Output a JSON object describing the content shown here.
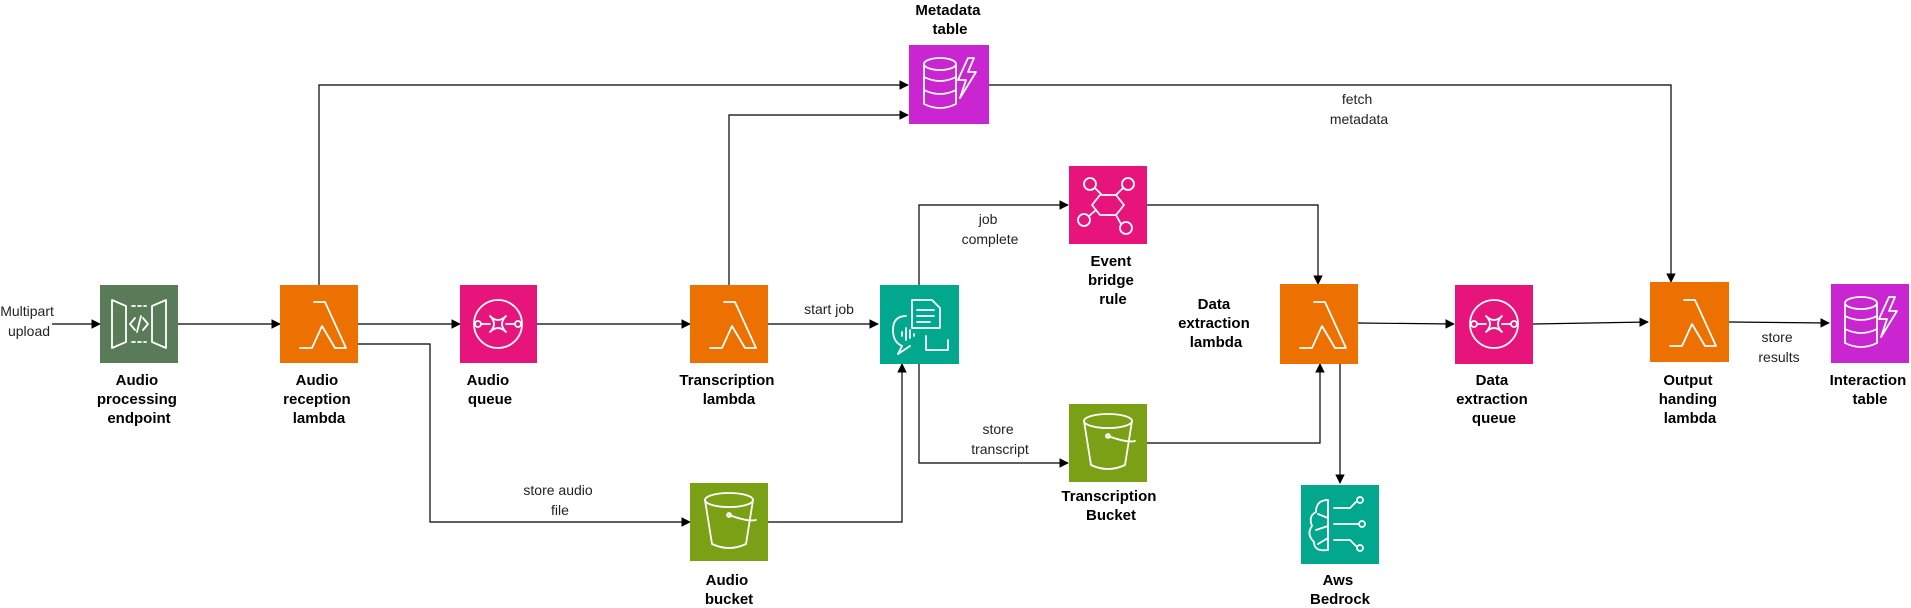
{
  "colors": {
    "api_gateway": "#5a7b57",
    "lambda": "#ed7100",
    "queue": "#e7157b",
    "bucket": "#7aa116",
    "dynamodb": "#c925d1",
    "transcribe": "#01a88d",
    "eventbridge": "#e7157b",
    "bedrock": "#01a88d"
  },
  "nodes": {
    "api": {
      "icon": "api-gateway-icon",
      "label": [
        "Audio",
        "processing",
        "endpoint"
      ]
    },
    "reception": {
      "icon": "lambda-icon",
      "label": [
        "Audio",
        "reception",
        "lambda"
      ]
    },
    "audio_queue": {
      "icon": "sqs-queue-icon",
      "label": [
        "Audio",
        "queue"
      ]
    },
    "transcription_lambda": {
      "icon": "lambda-icon",
      "label": [
        "Transcription",
        "lambda"
      ]
    },
    "transcribe": {
      "icon": "transcribe-icon",
      "label": []
    },
    "metadata": {
      "icon": "dynamodb-icon",
      "label": [
        "Metadata",
        "table"
      ]
    },
    "eventbridge": {
      "icon": "eventbridge-icon",
      "label": [
        "Event",
        "bridge",
        "rule"
      ]
    },
    "audio_bucket": {
      "icon": "s3-bucket-icon",
      "label": [
        "Audio",
        "bucket"
      ]
    },
    "transcription_bucket": {
      "icon": "s3-bucket-icon",
      "label": [
        "Transcription",
        "Bucket"
      ]
    },
    "extraction_lambda": {
      "icon": "lambda-icon",
      "label": [
        "Data",
        "extraction",
        "lambda"
      ]
    },
    "bedrock": {
      "icon": "bedrock-icon",
      "label": [
        "Aws",
        "Bedrock"
      ]
    },
    "extraction_queue": {
      "icon": "sqs-queue-icon",
      "label": [
        "Data",
        "extraction",
        "queue"
      ]
    },
    "output_lambda": {
      "icon": "lambda-icon",
      "label": [
        "Output",
        "handing",
        "lambda"
      ]
    },
    "interaction": {
      "icon": "dynamodb-icon",
      "label": [
        "Interaction",
        "table"
      ]
    }
  },
  "edges": {
    "multipart": [
      "Multipart",
      "upload"
    ],
    "start_job": [
      "start job"
    ],
    "store_audio": [
      "store audio",
      "file"
    ],
    "job_complete": [
      "job",
      "complete"
    ],
    "store_transcript": [
      "store",
      "transcript"
    ],
    "fetch_metadata": [
      "fetch",
      "metadata"
    ],
    "store_results": [
      "store",
      "results"
    ]
  }
}
